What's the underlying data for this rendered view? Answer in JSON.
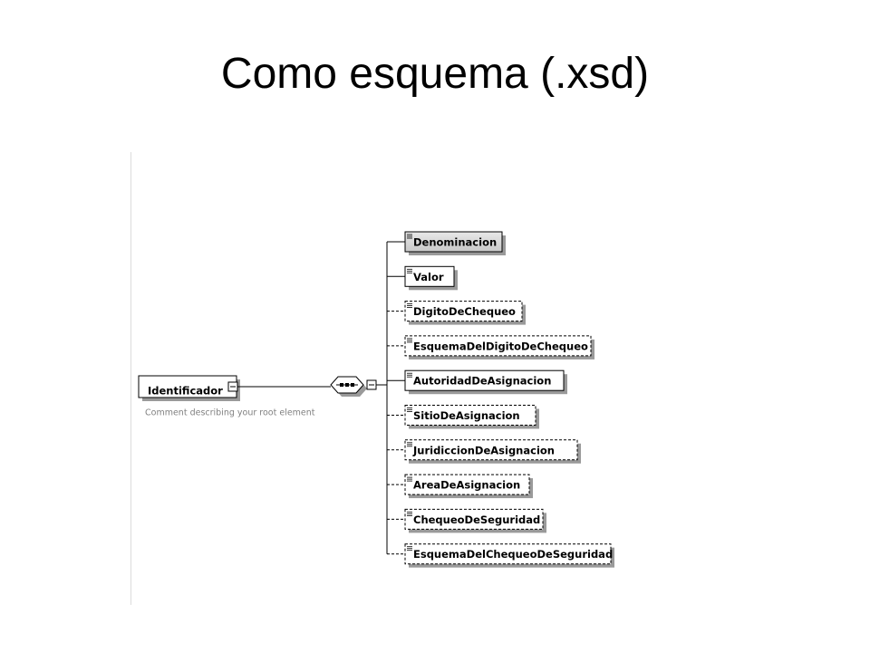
{
  "title": "Como esquema (.xsd)",
  "root": {
    "name": "Identificador",
    "comment": "Comment describing your root element"
  },
  "sequence_icon": "sequence-compositor-icon",
  "children": [
    {
      "name": "Denominacion",
      "required": true,
      "shaded": true
    },
    {
      "name": "Valor",
      "required": true,
      "shaded": false
    },
    {
      "name": "DigitoDeChequeo",
      "required": false,
      "shaded": false
    },
    {
      "name": "EsquemaDelDigitoDeChequeo",
      "required": false,
      "shaded": false
    },
    {
      "name": "AutoridadDeAsignacion",
      "required": true,
      "shaded": false
    },
    {
      "name": "SitioDeAsignacion",
      "required": false,
      "shaded": false
    },
    {
      "name": "JuridiccionDeAsignacion",
      "required": false,
      "shaded": false
    },
    {
      "name": "AreaDeAsignacion",
      "required": false,
      "shaded": false
    },
    {
      "name": "ChequeoDeSeguridad",
      "required": false,
      "shaded": false
    },
    {
      "name": "EsquemaDelChequeoDeSeguridad",
      "required": false,
      "shaded": false
    }
  ]
}
